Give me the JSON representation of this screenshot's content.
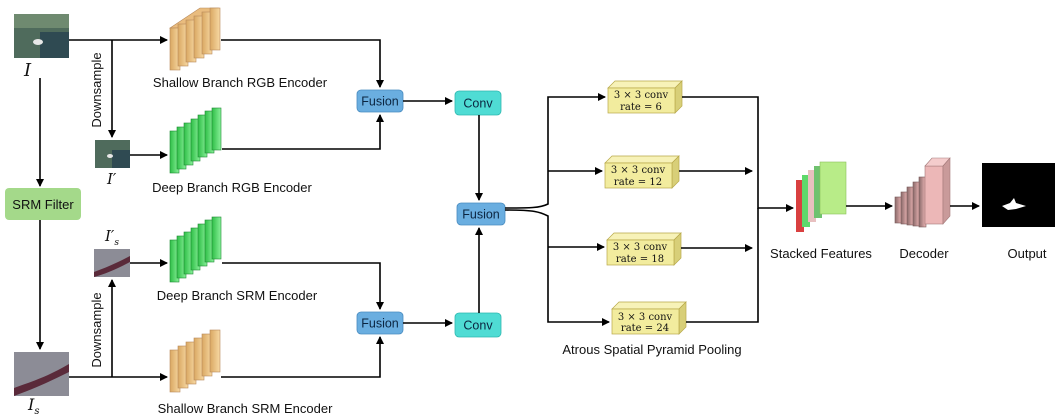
{
  "inputs": {
    "image": "I",
    "image_down": "I′",
    "srm_image": "I",
    "srm_image_sub": "s",
    "srm_down": "I′",
    "srm_down_sub": "s"
  },
  "labels": {
    "downsample_top": "Downsample",
    "downsample_bottom": "Downsample",
    "srm_filter": "SRM Filter",
    "shallow_rgb": "Shallow Branch  RGB Encoder",
    "deep_rgb": "Deep Branch RGB Encoder",
    "deep_srm": "Deep Branch SRM Encoder",
    "shallow_srm": "Shallow Branch SRM Encoder",
    "fusion_top": "Fusion",
    "fusion_mid": "Fusion",
    "fusion_bottom": "Fusion",
    "conv_top": "Conv",
    "conv_bottom": "Conv",
    "aspp": "Atrous Spatial Pyramid Pooling",
    "stacked": "Stacked Features",
    "decoder": "Decoder",
    "output": "Output"
  },
  "aspp_blocks": [
    {
      "conv": "3 × 3 conv",
      "rate": "rate = 6"
    },
    {
      "conv": "3 × 3 conv",
      "rate": "rate = 12"
    },
    {
      "conv": "3 × 3 conv",
      "rate": "rate = 18"
    },
    {
      "conv": "3 × 3 conv",
      "rate": "rate = 24"
    }
  ],
  "colors": {
    "shallow": "#f2c98e",
    "deep": "#5ed96b",
    "fusion": "#6aaee0",
    "conv": "#4fdcd4",
    "srm": "#a4d98a",
    "aspp": "#f2ec9e",
    "decoder": "#d89a9a"
  }
}
